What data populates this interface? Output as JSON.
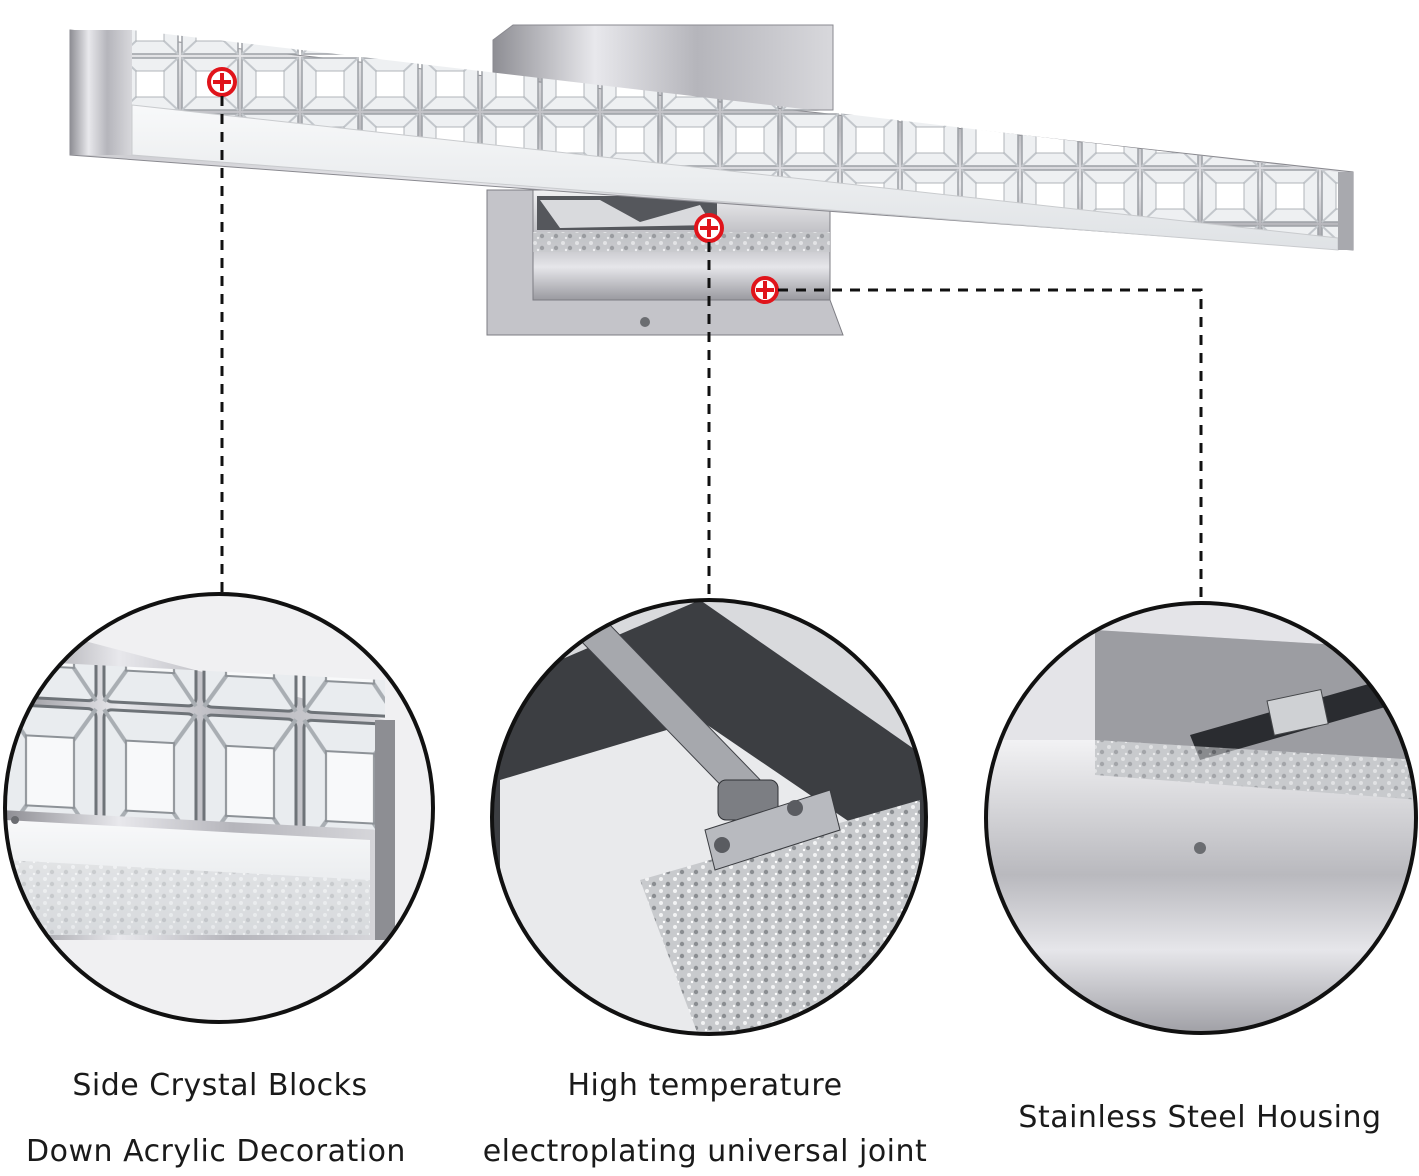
{
  "captions": {
    "left": [
      "Side Crystal Blocks",
      "Down Acrylic Decoration"
    ],
    "middle": [
      "High temperature",
      "electroplating universal joint"
    ],
    "right": [
      "Stainless Steel Housing"
    ]
  },
  "colors": {
    "callout_marker": "#e0141b",
    "chrome": "#c9c9cc",
    "line": "#111111",
    "text": "#1a1a1a"
  },
  "icons": {
    "callout": "plus-circle-icon"
  }
}
